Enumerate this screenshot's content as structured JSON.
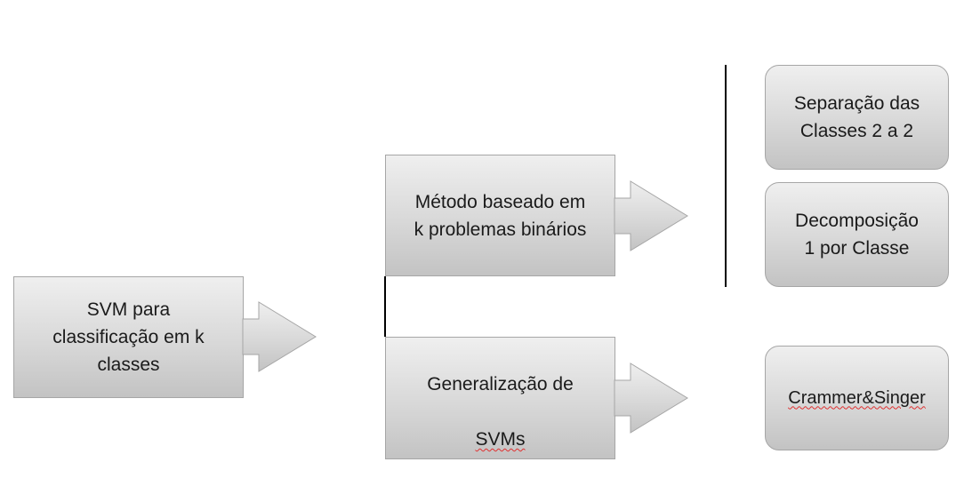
{
  "nodes": {
    "root": {
      "label": "SVM para\nclassificação em k\nclasses"
    },
    "binary_method": {
      "label": "Método baseado em\nk problemas binários"
    },
    "generalization": {
      "line1": "Generalização de",
      "line2": "SVMs"
    },
    "pairwise": {
      "label": "Separação das\nClasses 2 a 2"
    },
    "one_per_class": {
      "label": "Decomposição\n1 por Classe"
    },
    "crammer_singer": {
      "label": "Crammer&Singer"
    }
  },
  "colors": {
    "box_top": "#efefef",
    "box_bottom": "#c3c3c3",
    "border": "#a6a6a6",
    "text": "#1a1a1a",
    "connector": "#000000",
    "spellcheck": "#e03030"
  }
}
